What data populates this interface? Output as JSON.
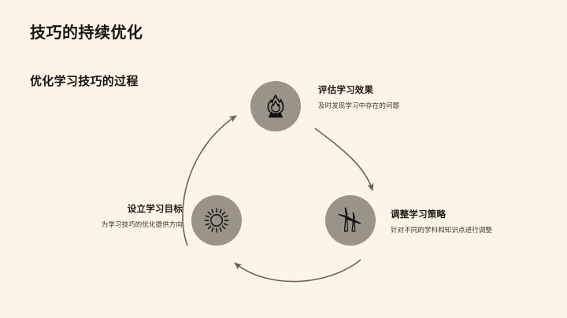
{
  "slide": {
    "title": "技巧的持续优化",
    "subtitle": "优化学习技巧的过程",
    "background_color": "#fdf3e7",
    "title_color": "#15140f",
    "node_circle_color": "#9a9387",
    "arrow_color": "#6b6356"
  },
  "diagram": {
    "type": "cycle",
    "direction": "clockwise",
    "nodes": [
      {
        "id": "evaluate",
        "position": "top",
        "icon": "flame-icon",
        "label": "评估学习效果",
        "description": "及时发现学习中存在的问题",
        "text_align": "left"
      },
      {
        "id": "adjust",
        "position": "bottom-right",
        "icon": "wind-turbine-icon",
        "label": "调整学习策略",
        "description": "针对不同的学科和知识点进行调整",
        "text_align": "left"
      },
      {
        "id": "goal",
        "position": "bottom-left",
        "icon": "sun-icon",
        "label": "设立学习目标",
        "description": "为学习技巧的优化提供方向",
        "text_align": "right"
      }
    ],
    "arrows": [
      {
        "id": "arrow-evaluate-to-adjust",
        "from": "evaluate",
        "to": "adjust"
      },
      {
        "id": "arrow-adjust-to-goal",
        "from": "adjust",
        "to": "goal"
      },
      {
        "id": "arrow-goal-to-evaluate",
        "from": "goal",
        "to": "evaluate"
      }
    ]
  }
}
